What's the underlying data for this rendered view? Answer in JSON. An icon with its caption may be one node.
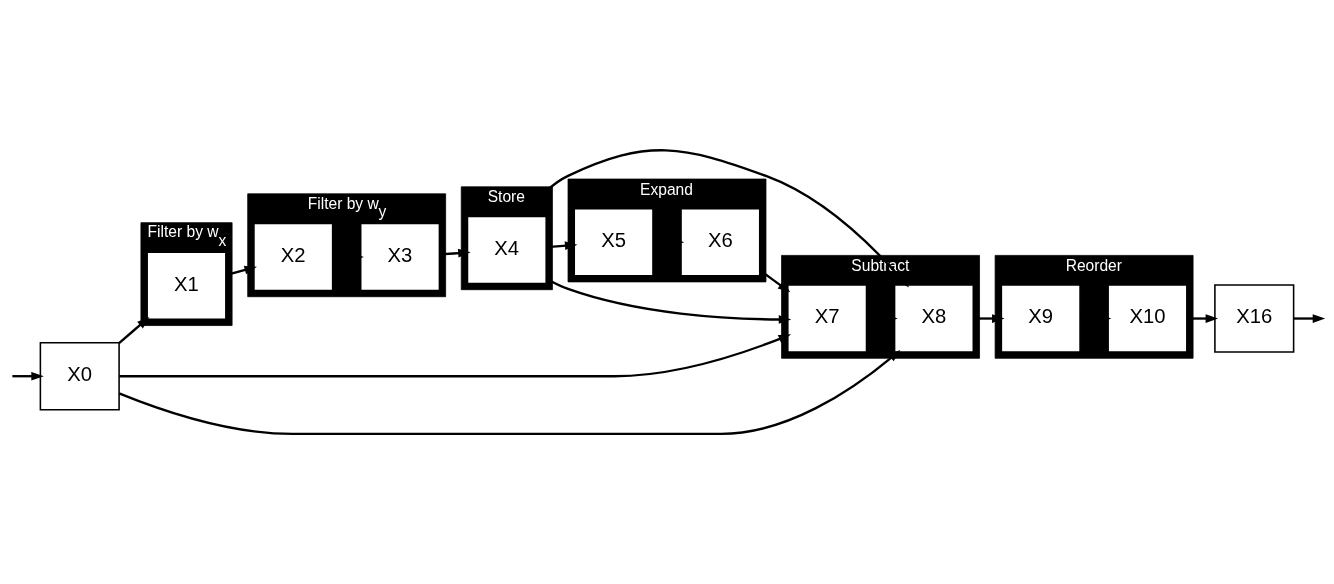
{
  "diagram": {
    "nodes": [
      {
        "text": [
          "X0"
        ]
      },
      {
        "text": [
          "Filter by w$_{x}$"
        ]
      },
      {
        "text": [
          "X1"
        ],
        "in": 1
      },
      {
        "text": [
          "Filter by w$_{y}$"
        ]
      },
      {
        "text": [
          "X2"
        ],
        "in": 3
      },
      {
        "text": [
          "X3"
        ],
        "in": 3
      },
      {
        "text": [
          "Store"
        ]
      },
      {
        "text": [
          "X4"
        ],
        "in": 6
      },
      {
        "text": [
          "Expand"
        ]
      },
      {
        "text": [
          "X5"
        ],
        "in": 8
      },
      {
        "text": [
          "X6"
        ],
        "in": 8
      },
      {
        "text": [
          "X16"
        ]
      },
      {
        "text": [
          "Reorder"
        ]
      },
      {
        "text": [
          "X10"
        ],
        "in": 12
      },
      {
        "text": [
          "X9"
        ],
        "in": 12
      },
      {
        "text": [
          "Subtract"
        ]
      },
      {
        "text": [
          "X8"
        ],
        "in": 15
      },
      {
        "text": [
          "X7"
        ],
        "in": 15
      }
    ],
    "edges": [
      {
        "from": null,
        "to": 0,
        "arrow": "to"
      },
      {
        "from": 0,
        "to": 2,
        "arrow": "to"
      },
      {
        "from": 2,
        "to": 4,
        "arrow": "to"
      },
      {
        "from": 4,
        "to": 5,
        "arrow": "to"
      },
      {
        "from": 5,
        "to": 7,
        "arrow": "to"
      },
      {
        "from": 7,
        "to": 9,
        "arrow": "to"
      },
      {
        "from": 9,
        "to": 10,
        "arrow": "to"
      },
      {
        "from": 10,
        "to": 17,
        "arrow": "to"
      },
      {
        "from": 17,
        "to": 16,
        "arrow": "to"
      },
      {
        "from": 16,
        "to": 14,
        "arrow": "to"
      },
      {
        "from": 14,
        "to": 13,
        "arrow": "to"
      },
      {
        "from": 13,
        "to": 11,
        "arrow": "to"
      },
      {
        "from": 11,
        "to": null,
        "arrow": "to"
      },
      {
        "from": 0,
        "to": 16,
        "arrow": "to"
      },
      {
        "from": 0,
        "to": 17,
        "arrow": "to"
      },
      {
        "from": 7,
        "to": 16,
        "arrow": "to"
      },
      {
        "from": 7,
        "to": 17,
        "arrow": "to"
      }
    ]
  }
}
